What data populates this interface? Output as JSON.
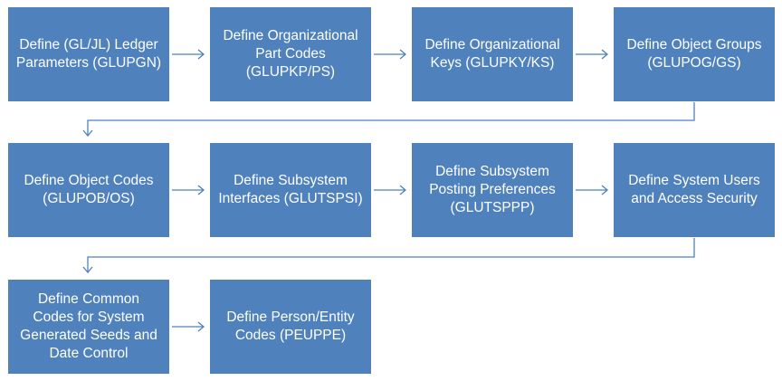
{
  "colors": {
    "box_fill": "#4f81bd",
    "box_text": "#ffffff",
    "connector": "#4f81bd",
    "background": "#ffffff"
  },
  "steps": [
    {
      "id": "step-1",
      "label": "Define (GL/JL) Ledger\nParameters (GLUPGN)"
    },
    {
      "id": "step-2",
      "label": "Define Organizational\nPart Codes\n(GLUPKP/PS)"
    },
    {
      "id": "step-3",
      "label": "Define Organizational\nKeys (GLUPKY/KS)"
    },
    {
      "id": "step-4",
      "label": "Define Object Groups\n(GLUPOG/GS)"
    },
    {
      "id": "step-5",
      "label": "Define Object Codes\n(GLUPOB/OS)"
    },
    {
      "id": "step-6",
      "label": "Define Subsystem\nInterfaces (GLUTSPSI)"
    },
    {
      "id": "step-7",
      "label": "Define Subsystem\nPosting Preferences\n(GLUTSPPP)"
    },
    {
      "id": "step-8",
      "label": "Define System Users\nand Access Security"
    },
    {
      "id": "step-9",
      "label": "Define Common\nCodes  for  System\nGenerated Seeds and\nDate Control"
    },
    {
      "id": "step-10",
      "label": "Define Person/Entity\nCodes (PEUPPE)"
    }
  ]
}
